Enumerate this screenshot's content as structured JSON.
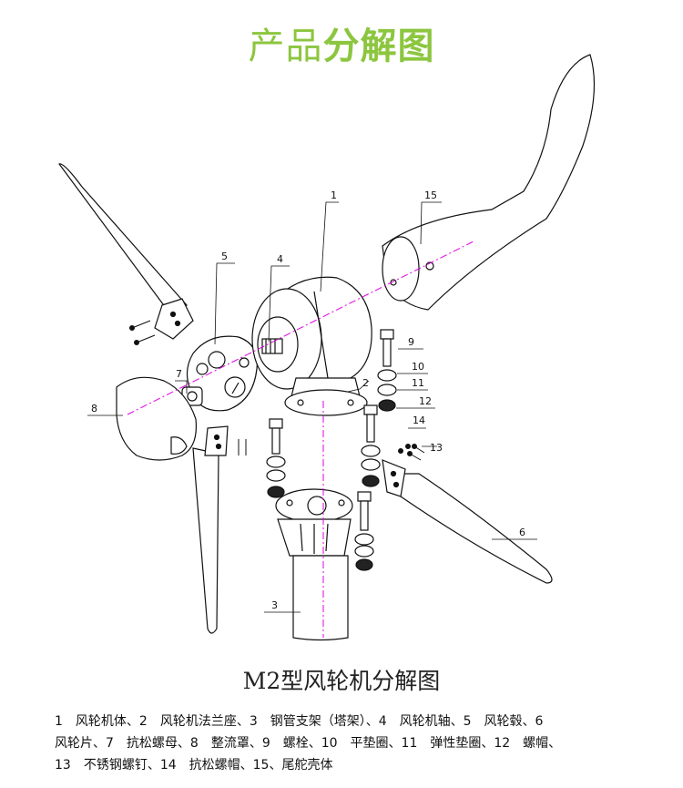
{
  "header": {
    "title_light": "产品",
    "title_bold": "分解图"
  },
  "caption": "M2型风轮机分解图",
  "parts": [
    {
      "n": "1",
      "name": "风轮机体"
    },
    {
      "n": "2",
      "name": "风轮机法兰座"
    },
    {
      "n": "3",
      "name": "钢管支架（塔架）"
    },
    {
      "n": "4",
      "name": "风轮机轴"
    },
    {
      "n": "5",
      "name": "风轮毂"
    },
    {
      "n": "6",
      "name": "风轮片"
    },
    {
      "n": "7",
      "name": "抗松螺母"
    },
    {
      "n": "8",
      "name": "整流罩"
    },
    {
      "n": "9",
      "name": "螺栓"
    },
    {
      "n": "10",
      "name": "平垫圈"
    },
    {
      "n": "11",
      "name": "弹性垫圈"
    },
    {
      "n": "12",
      "name": "螺帽"
    },
    {
      "n": "13",
      "name": "不锈钢螺钉"
    },
    {
      "n": "14",
      "name": "抗松螺帽"
    },
    {
      "n": "15",
      "name": "尾舵壳体"
    }
  ],
  "legend_lines": [
    "1　风轮机体、2　风轮机法兰座、3　钢管支架（塔架）、4　风轮机轴、5　风轮毂、6",
    "风轮片、7　抗松螺母、8　整流罩、9　螺栓、10　平垫圈、11　弹性垫圈、12　螺帽、",
    "13　不锈钢螺钉、14　抗松螺帽、15、尾舵壳体"
  ],
  "colors": {
    "title": "#8cc63f",
    "axis_line": "#e000e0",
    "line": "#111111"
  }
}
